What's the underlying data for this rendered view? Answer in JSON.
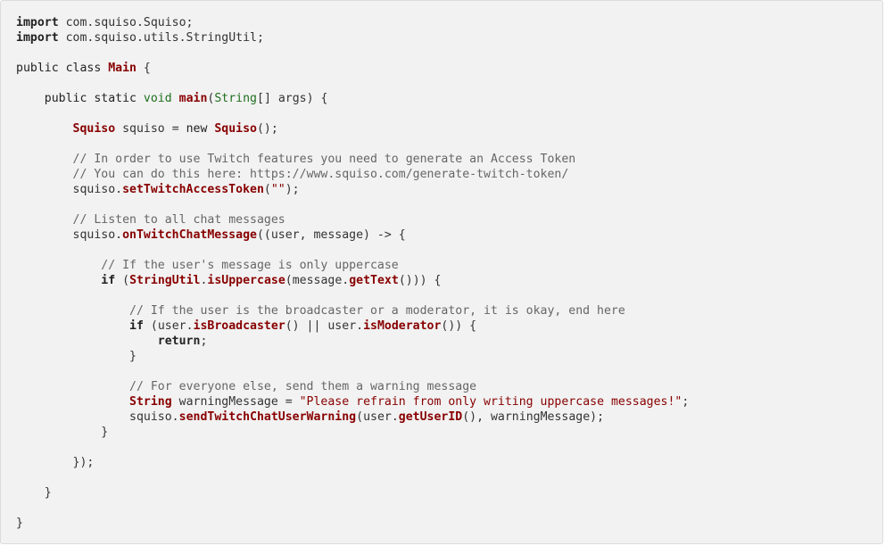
{
  "code_block": {
    "language": "java",
    "colors": {
      "background": "#f2f2f2",
      "border": "#dcdcdc",
      "plain": "#333333",
      "keyword": "#222222",
      "type": "#880000",
      "method": "#880000",
      "string": "#880000",
      "builtin": "#1f6f1f",
      "comment": "#666666"
    },
    "lines": [
      [
        {
          "t": "kwb",
          "v": "import"
        },
        {
          "t": "plain",
          "v": " com.squiso.Squiso;"
        }
      ],
      [
        {
          "t": "kwb",
          "v": "import"
        },
        {
          "t": "plain",
          "v": " com.squiso.utils.StringUtil;"
        }
      ],
      [],
      [
        {
          "t": "kw",
          "v": "public class "
        },
        {
          "t": "type",
          "v": "Main"
        },
        {
          "t": "plain",
          "v": " {"
        }
      ],
      [],
      [
        {
          "t": "plain",
          "v": "    "
        },
        {
          "t": "kw",
          "v": "public static "
        },
        {
          "t": "builtin",
          "v": "void"
        },
        {
          "t": "plain",
          "v": " "
        },
        {
          "t": "fn",
          "v": "main"
        },
        {
          "t": "plain",
          "v": "("
        },
        {
          "t": "builtin",
          "v": "String"
        },
        {
          "t": "plain",
          "v": "[] args) {"
        }
      ],
      [],
      [
        {
          "t": "plain",
          "v": "        "
        },
        {
          "t": "type",
          "v": "Squiso"
        },
        {
          "t": "plain",
          "v": " squiso = "
        },
        {
          "t": "kw",
          "v": "new "
        },
        {
          "t": "type",
          "v": "Squiso"
        },
        {
          "t": "plain",
          "v": "();"
        }
      ],
      [],
      [
        {
          "t": "plain",
          "v": "        "
        },
        {
          "t": "cmt",
          "v": "// In order to use Twitch features you need to generate an Access Token"
        }
      ],
      [
        {
          "t": "plain",
          "v": "        "
        },
        {
          "t": "cmt",
          "v": "// You can do this here: https://www.squiso.com/generate-twitch-token/"
        }
      ],
      [
        {
          "t": "plain",
          "v": "        squiso."
        },
        {
          "t": "fn",
          "v": "setTwitchAccessToken"
        },
        {
          "t": "plain",
          "v": "("
        },
        {
          "t": "str",
          "v": "\"\""
        },
        {
          "t": "plain",
          "v": ");"
        }
      ],
      [],
      [
        {
          "t": "plain",
          "v": "        "
        },
        {
          "t": "cmt",
          "v": "// Listen to all chat messages"
        }
      ],
      [
        {
          "t": "plain",
          "v": "        squiso."
        },
        {
          "t": "fn",
          "v": "onTwitchChatMessage"
        },
        {
          "t": "plain",
          "v": "((user, message) -> {"
        }
      ],
      [],
      [
        {
          "t": "plain",
          "v": "            "
        },
        {
          "t": "cmt",
          "v": "// If the user's message is only uppercase"
        }
      ],
      [
        {
          "t": "plain",
          "v": "            "
        },
        {
          "t": "kwb",
          "v": "if"
        },
        {
          "t": "plain",
          "v": " ("
        },
        {
          "t": "type",
          "v": "StringUtil"
        },
        {
          "t": "plain",
          "v": "."
        },
        {
          "t": "fn",
          "v": "isUppercase"
        },
        {
          "t": "plain",
          "v": "(message."
        },
        {
          "t": "fn",
          "v": "getText"
        },
        {
          "t": "plain",
          "v": "())) {"
        }
      ],
      [],
      [
        {
          "t": "plain",
          "v": "                "
        },
        {
          "t": "cmt",
          "v": "// If the user is the broadcaster or a moderator, it is okay, end here"
        }
      ],
      [
        {
          "t": "plain",
          "v": "                "
        },
        {
          "t": "kwb",
          "v": "if"
        },
        {
          "t": "plain",
          "v": " (user."
        },
        {
          "t": "fn",
          "v": "isBroadcaster"
        },
        {
          "t": "plain",
          "v": "() || user."
        },
        {
          "t": "fn",
          "v": "isModerator"
        },
        {
          "t": "plain",
          "v": "()) {"
        }
      ],
      [
        {
          "t": "plain",
          "v": "                    "
        },
        {
          "t": "kwb",
          "v": "return"
        },
        {
          "t": "plain",
          "v": ";"
        }
      ],
      [
        {
          "t": "plain",
          "v": "                }"
        }
      ],
      [],
      [
        {
          "t": "plain",
          "v": "                "
        },
        {
          "t": "cmt",
          "v": "// For everyone else, send them a warning message"
        }
      ],
      [
        {
          "t": "plain",
          "v": "                "
        },
        {
          "t": "type",
          "v": "String"
        },
        {
          "t": "plain",
          "v": " warningMessage = "
        },
        {
          "t": "str",
          "v": "\"Please refrain from only writing uppercase messages!\""
        },
        {
          "t": "plain",
          "v": ";"
        }
      ],
      [
        {
          "t": "plain",
          "v": "                squiso."
        },
        {
          "t": "fn",
          "v": "sendTwitchChatUserWarning"
        },
        {
          "t": "plain",
          "v": "(user."
        },
        {
          "t": "fn",
          "v": "getUserID"
        },
        {
          "t": "plain",
          "v": "(), warningMessage);"
        }
      ],
      [
        {
          "t": "plain",
          "v": "            }"
        }
      ],
      [],
      [
        {
          "t": "plain",
          "v": "        });"
        }
      ],
      [],
      [
        {
          "t": "plain",
          "v": "    }"
        }
      ],
      [],
      [
        {
          "t": "plain",
          "v": "}"
        }
      ]
    ]
  }
}
